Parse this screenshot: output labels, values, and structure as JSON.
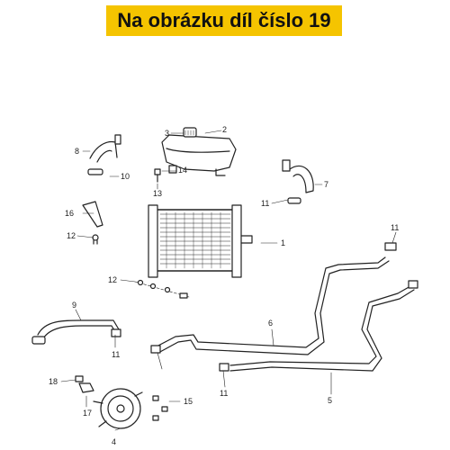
{
  "banner": {
    "text": "Na obrázku díl číslo 19",
    "background": "#f5c400"
  },
  "callouts": {
    "c1": "1",
    "c2": "2",
    "c3": "3",
    "c4": "4",
    "c5": "5",
    "c6": "6",
    "c7": "7",
    "c8": "8",
    "c9": "9",
    "c10": "10",
    "c11a": "11",
    "c11b": "11",
    "c11c": "11",
    "c11d": "11",
    "c12a": "12",
    "c12b": "12",
    "c13": "13",
    "c14": "14",
    "c15": "15",
    "c16": "16",
    "c17": "17",
    "c18": "18"
  },
  "colors": {
    "line": "#222222",
    "banner": "#f5c400"
  }
}
